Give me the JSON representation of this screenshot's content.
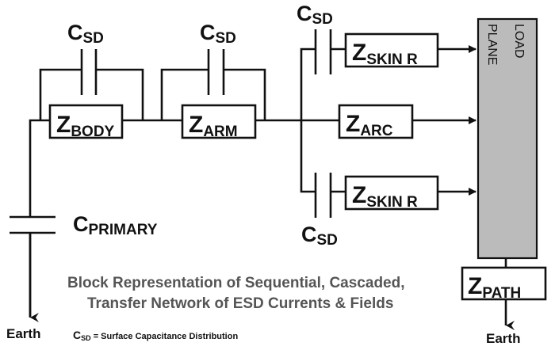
{
  "diagram": {
    "title_line1": "Block Representation of Sequential, Cascaded,",
    "title_line2": "Transfer Network of ESD Currents & Fields",
    "components": {
      "c_sd_body": {
        "main": "C",
        "sub": "SD"
      },
      "c_sd_arm": {
        "main": "C",
        "sub": "SD"
      },
      "c_sd_top": {
        "main": "C",
        "sub": "SD"
      },
      "c_sd_bottom": {
        "main": "C",
        "sub": "SD"
      },
      "c_primary": {
        "main": "C",
        "sub": "PRIMARY"
      },
      "z_body": {
        "main": "Z",
        "sub": "BODY"
      },
      "z_arm": {
        "main": "Z",
        "sub": "ARM"
      },
      "z_skin_top": {
        "main": "Z",
        "sub": "SKIN R"
      },
      "z_arc": {
        "main": "Z",
        "sub": "ARC"
      },
      "z_skin_bottom": {
        "main": "Z",
        "sub": "SKIN R"
      },
      "z_path": {
        "main": "Z",
        "sub": "PATH"
      }
    },
    "load_plane": {
      "line1": "LOAD",
      "line2": "PLANE",
      "fill": "#bcbbbb"
    },
    "earth_left": "Earth",
    "earth_right": "Earth",
    "legend": {
      "main": "C",
      "sub": "SD",
      "text": " = Surface Capacitance Distribution"
    },
    "colors": {
      "wire": "#111111",
      "title": "#555555"
    }
  }
}
